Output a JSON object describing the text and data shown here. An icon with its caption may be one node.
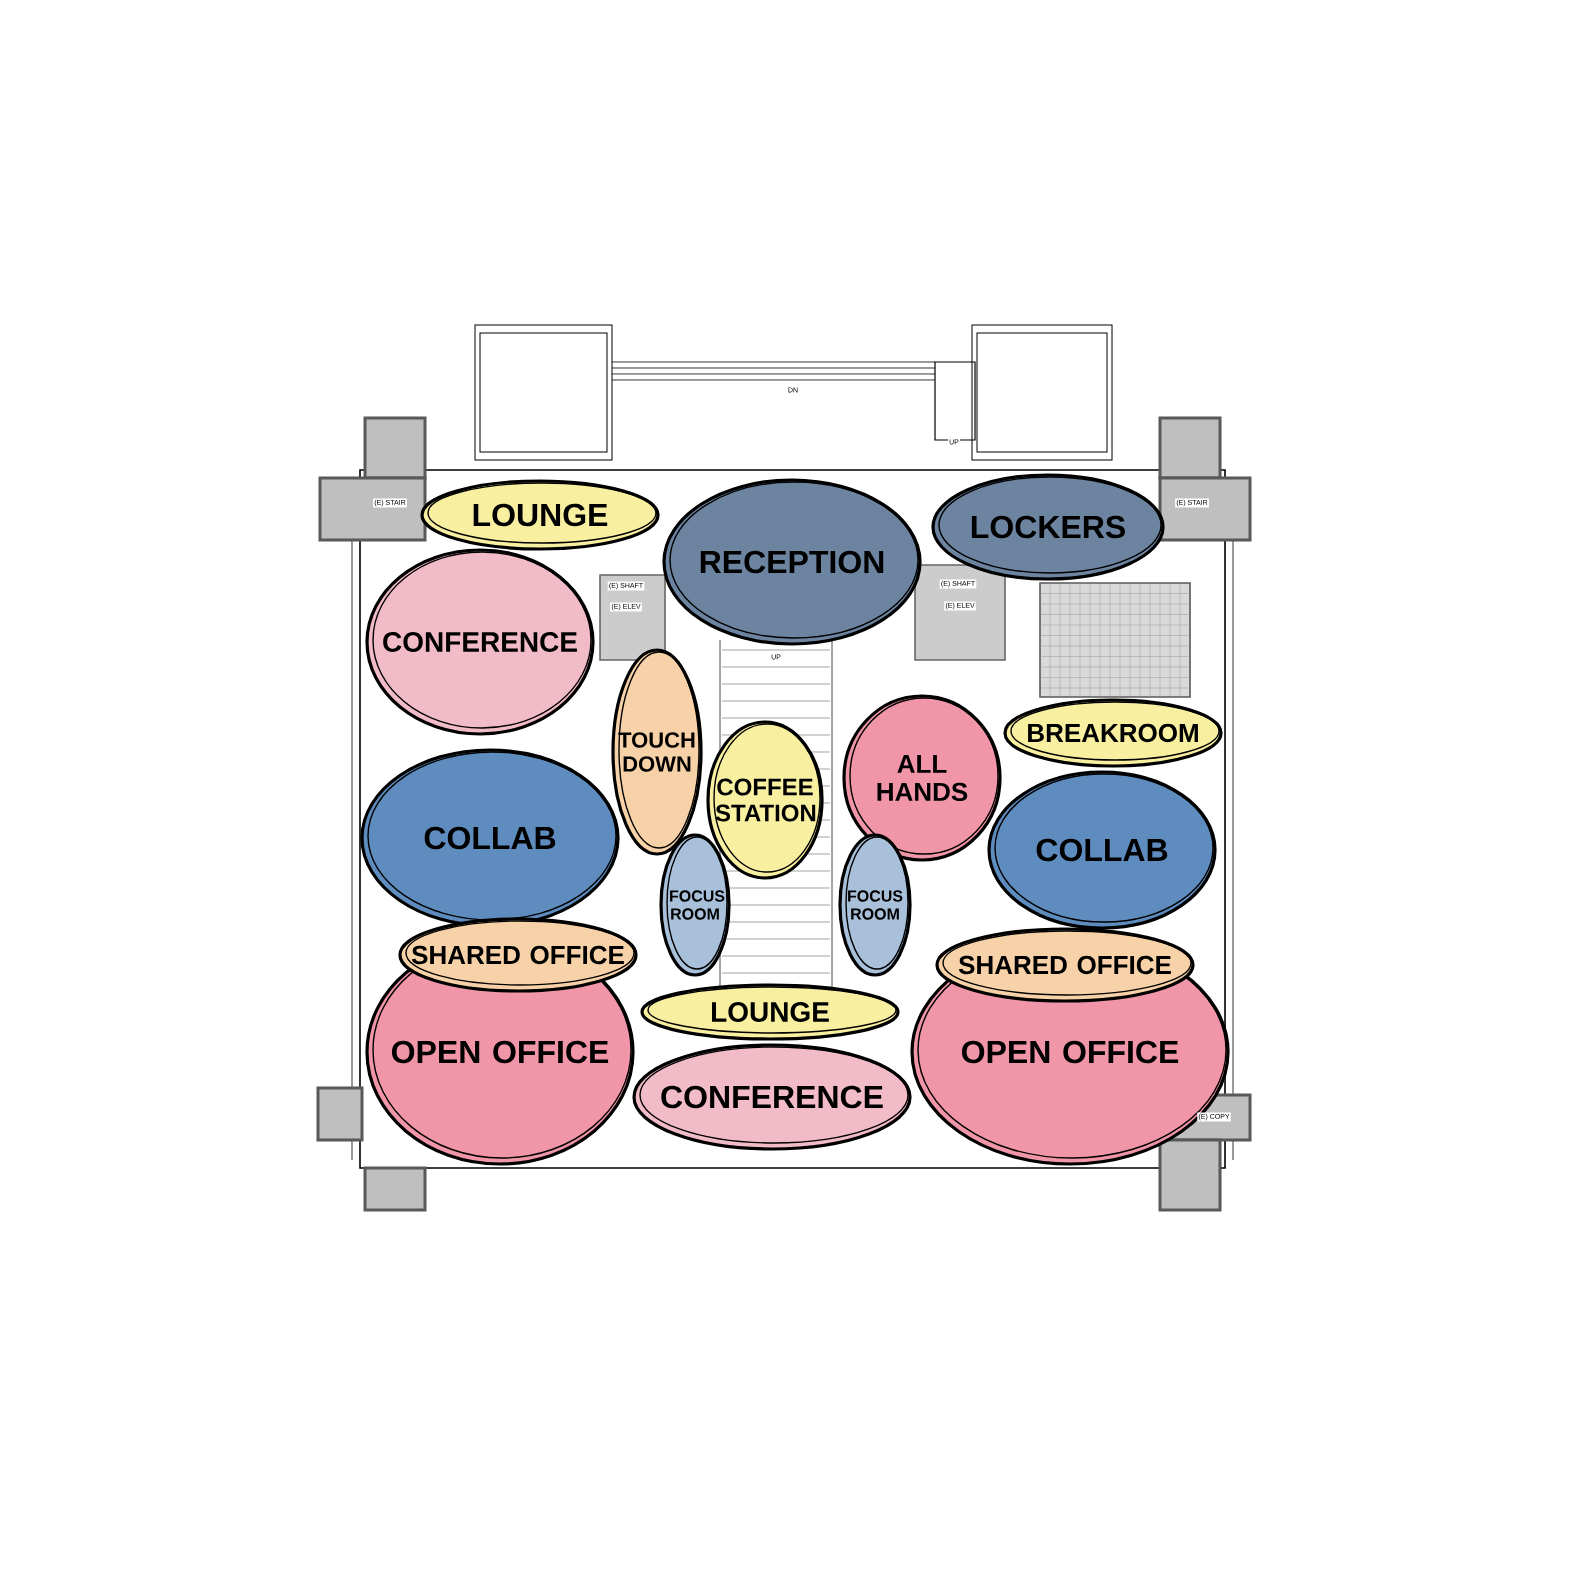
{
  "diagram": {
    "nodes": [
      {
        "text": [
          "LOUNGE"
        ]
      },
      {
        "text": [
          "RECEPTION"
        ]
      },
      {
        "text": [
          "LOCKERS"
        ]
      },
      {
        "text": [
          "CONFERENCE"
        ]
      },
      {
        "text": [
          "TOUCH DOWN"
        ]
      },
      {
        "text": [
          "COFFEE STATION"
        ]
      },
      {
        "text": [
          "ALL HANDS"
        ]
      },
      {
        "text": [
          "BREAKROOM"
        ]
      },
      {
        "text": [
          "COLLAB"
        ]
      },
      {
        "text": [
          "COLLAB"
        ]
      },
      {
        "text": [
          "FOCUS ROOM"
        ]
      },
      {
        "text": [
          "FOCUS ROOM"
        ]
      },
      {
        "text": [
          "SHARED OFFICE"
        ]
      },
      {
        "text": [
          "OPEN OFFICE"
        ]
      },
      {
        "text": [
          "LOUNGE"
        ]
      },
      {
        "text": [
          "CONFERENCE"
        ]
      },
      {
        "text": [
          "SHARED OFFICE"
        ]
      },
      {
        "text": [
          "OPEN OFFICE"
        ]
      }
    ],
    "labels": [
      "DN",
      "UP",
      "(E) STAIR",
      "(E) STAIR",
      "(E) SHAFT",
      "(E) SHAFT",
      "(E) ELEV",
      "(E) ELEV",
      "UP",
      "(E) COPY"
    ]
  }
}
